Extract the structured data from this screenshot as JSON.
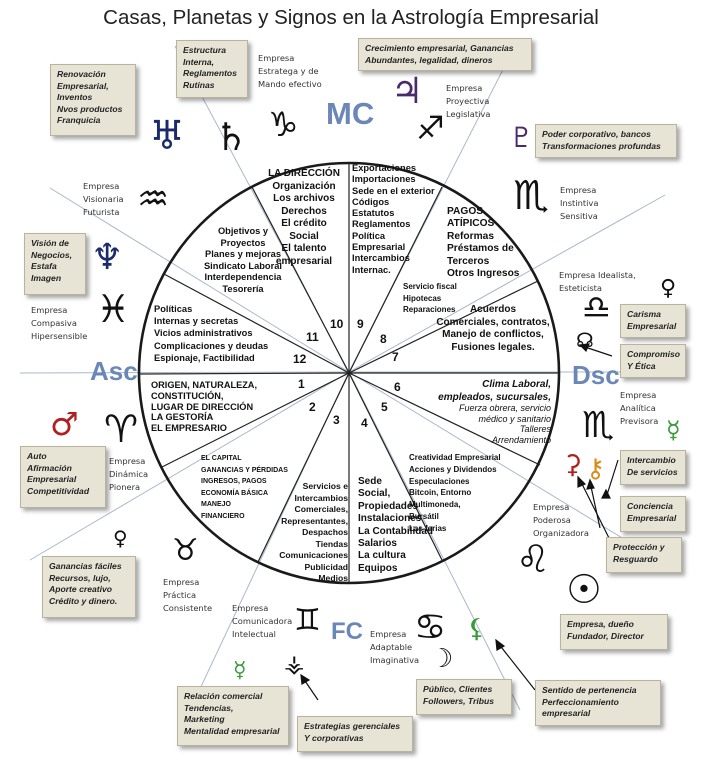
{
  "title": "Casas, Planetas y Signos en la Astrología Empresarial",
  "corners": {
    "mc": "MC",
    "asc": "Asc",
    "dsc": "Dsc",
    "fc": "FC"
  },
  "houses": {
    "h10": {
      "num": "10",
      "text": "LA DIRECCIÓN\nOrganización\nLos archivos\nDerechos\nEl crédito\nSocial\nEl talento\nempresarial"
    },
    "h9": {
      "num": "9",
      "text": "Exportaciones\nImportaciones\nSede en el exterior\nCódigos\nEstatutos\nReglamentos\nPolítica\nEmpresarial\nIntercambios\nInternac."
    },
    "h8": {
      "num": "8",
      "text": "PAGOS\nATÍPICOS\nReformas\nPréstamos de\nTerceros\nOtros Ingresos",
      "text2": "Servicio fiscal\nHipotecas\nReparaciones"
    },
    "h7": {
      "num": "7",
      "text": "Acuerdos\nComerciales, contratos,\nManejo de conflictos,\nFusiones legales."
    },
    "h6": {
      "num": "6",
      "text": "Clima Laboral,\nempleados, sucursales,",
      "text2": "Fuerza obrera, servicio\nmédico y sanitario\nTalleres\nArrendamiento"
    },
    "h5": {
      "num": "5",
      "text": "Creatividad Empresarial\nAcciones y Dividendos\nEspeculaciones\nBitcoin, Entorno\nMultimoneda,\nBursátil\nLas ferias"
    },
    "h4": {
      "num": "4",
      "text": "Sede\nSocial,\nPropiedades\nInstalaciones\nLa Contabilidad\nSalarios\nLa cultura\nEquipos"
    },
    "h3": {
      "num": "3",
      "text": "Servicios e\nIntercambios\nComerciales,\nRepresentantes,\nDespachos\nTiendas\nComunicaciones\nPublicidad\nMedios"
    },
    "h2": {
      "num": "2",
      "text": "EL CAPITAL\nGANANCIAS Y PÉRDIDAS\nINGRESOS, PAGOS\nECONOMÍA BÁSICA\nMANEJO\nFINANCIERO"
    },
    "h1": {
      "num": "1",
      "text": "ORIGEN, NATURALEZA,\nCONSTITUCIÓN,\nLUGAR DE DIRECCIÓN\nLA GESTORÍA\nEL EMPRESARIO"
    },
    "h12": {
      "num": "12",
      "text": "Políticas\nInternas y secretas\nVicios administrativos\nComplicaciones y deudas\nEspionaje, Factibilidad"
    },
    "h11": {
      "num": "11",
      "text": "Objetivos y\nProyectos\nPlanes y mejoras\nSindicato Laboral\nInterdependencia\nTesorería"
    }
  },
  "companies": {
    "capricorn": "Empresa\nEstratega y de\nMando efectivo",
    "sagittarius": "Empresa\nProyectiva\nLegislativa",
    "scorpio": "Empresa\nInstintiva\nSensitiva",
    "libra": "Empresa Idealista,\nEsteticista",
    "virgo": "Empresa\nAnalítica\nPrevisora",
    "leo": "Empresa\nPoderosa\nOrganizadora",
    "cancer": "Empresa\nAdaptable\nImaginativa",
    "gemini": "Empresa\nComunicadora\nIntelectual",
    "taurus": "Empresa\nPráctica\nConsistente",
    "aries": "Empresa\nDinámica\nPionera",
    "pisces": "Empresa\nCompasiva\nHipersensible",
    "aquarius": "Empresa\nVisionaria\nFuturista"
  },
  "notes": {
    "saturn": "Estructura\nInterna,\nReglamentos\nRutinas",
    "jupiter": "Crecimiento empresarial, Ganancias\nAbundantes, legalidad, dineros",
    "uranus": "Renovación\nEmpresarial,\nInventos\nNvos productos\nFranquicia",
    "pluto": "Poder corporativo, bancos\nTransformaciones profundas",
    "neptune": "Visión de\nNegocios,\nEstafa\nImagen",
    "venus_libra": "Carisma\nEmpresarial",
    "node": "Compromiso\nY Ética",
    "mars": "Auto\nAfirmación\nEmpresarial\nCompetitividad",
    "mercury_virgo": "Intercambio\nDe servicios",
    "chiron": "Conciencia\nEmpresarial",
    "ceres": "Protección y\nResguardo",
    "venus_taurus": "Ganancias fáciles\nRecursos, lujo,\nAporte creativo\nCrédito y dinero.",
    "sun": "Empresa, dueño\nFundador, Director",
    "mercury_gemini": "Relación comercial\nTendencias,\nMarketing\nMentalidad empresarial",
    "vesta": "Estrategias gerenciales\nY corporativas",
    "moon": "Público, Clientes\nFollowers, Tribus",
    "lilith": "Sentido de pertenencia\nPerfeccionamiento\nempresarial"
  },
  "glyphs": {
    "uranus": "♅",
    "saturn": "♄",
    "capricorn": "♑",
    "jupiter": "♃",
    "sagittarius": "♐",
    "pluto": "♇",
    "scorpio": "♏",
    "aquarius": "♒",
    "neptune": "♆",
    "pisces": "♓",
    "venus": "♀",
    "libra": "♎",
    "node": "☊",
    "mars": "♂",
    "aries": "♈",
    "virgo": "♏",
    "mercury": "☿",
    "ceres": "⚳",
    "chiron": "⚷",
    "leo": "♌",
    "sun": "☉",
    "taurus": "♉",
    "gemini": "♊",
    "cancer": "♋",
    "moon": "☽",
    "vesta": "⚶",
    "lilith": "⚸"
  },
  "colors": {
    "navy": "#1b2a6b",
    "purple": "#4b2a6b",
    "red": "#b21f1f",
    "green": "#3a9a3a",
    "orange": "#d98c1a",
    "asc_blue": "#6a87b8",
    "note_bg": "#e7e4d6"
  }
}
